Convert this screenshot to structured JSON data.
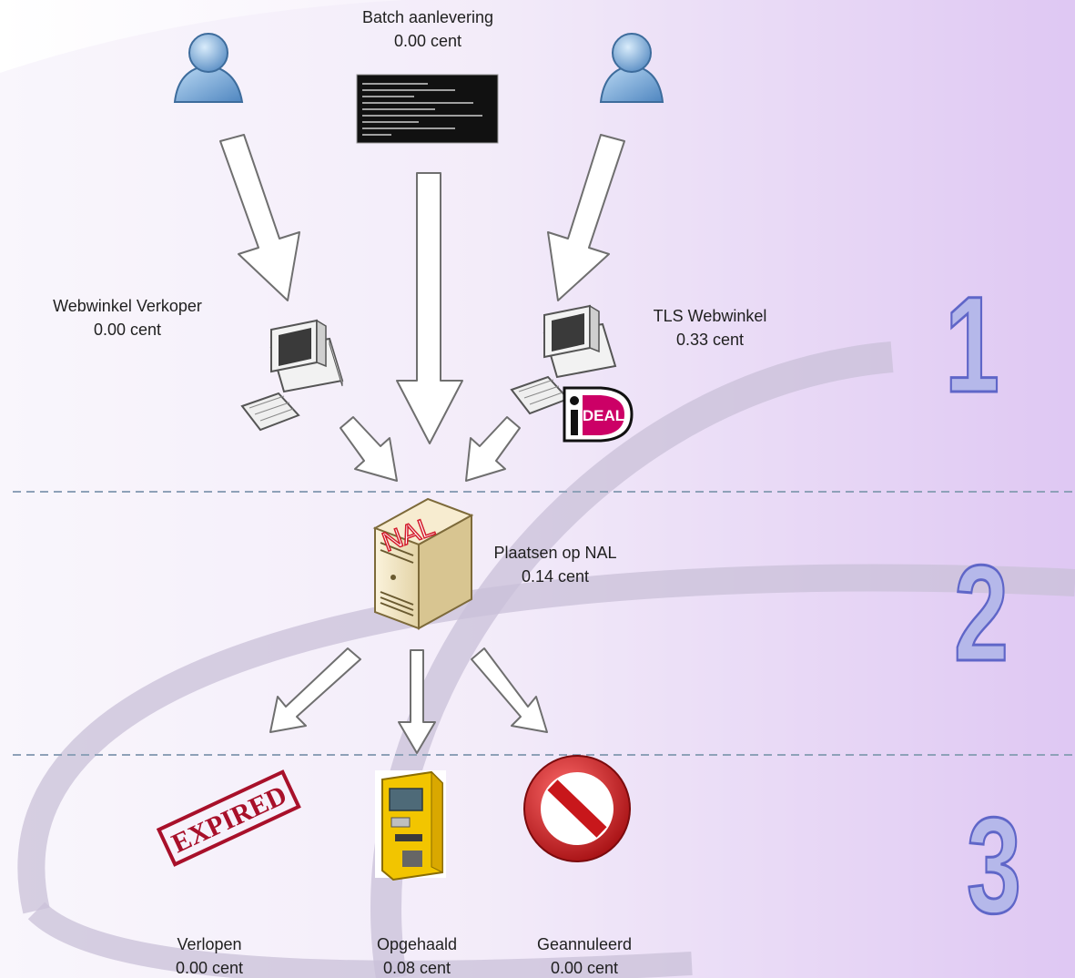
{
  "sources": {
    "batch": {
      "title": "Batch aanlevering",
      "cost": "0.00 cent"
    },
    "webshop_seller": {
      "title": "Webwinkel Verkoper",
      "cost": "0.00 cent"
    },
    "tls_webshop": {
      "title": "TLS Webwinkel",
      "cost": "0.33 cent",
      "badge": "DEAL"
    }
  },
  "server": {
    "label": "NAL",
    "title": "Plaatsen op NAL",
    "cost": "0.14 cent"
  },
  "outcomes": [
    {
      "title": "Verlopen",
      "cost": "0.00 cent",
      "stamp": "EXPIRED"
    },
    {
      "title": "Opgehaald",
      "cost": "0.08 cent"
    },
    {
      "title": "Geannuleerd",
      "cost": "0.00 cent"
    }
  ],
  "stages": [
    "1",
    "2",
    "3"
  ],
  "colors": {
    "accent_purple": "#d7b8f1",
    "arc": "#c9c0d8",
    "arrow_fill": "#ffffff",
    "arrow_stroke": "#6f6f6f",
    "divider": "#8ea1b8",
    "numeral_fill": "#b5b8ea",
    "numeral_stroke": "#5f66c8",
    "ideal_pink": "#cc0066",
    "expired_red": "#a8102a",
    "cancel_red": "#c8171b",
    "kiosk_yellow": "#f2c500"
  },
  "icons": [
    "user-icon",
    "terminal-screen-icon",
    "computer-icon",
    "ideal-logo-icon",
    "server-icon",
    "expired-stamp-icon",
    "pickup-kiosk-icon",
    "cancel-icon"
  ]
}
